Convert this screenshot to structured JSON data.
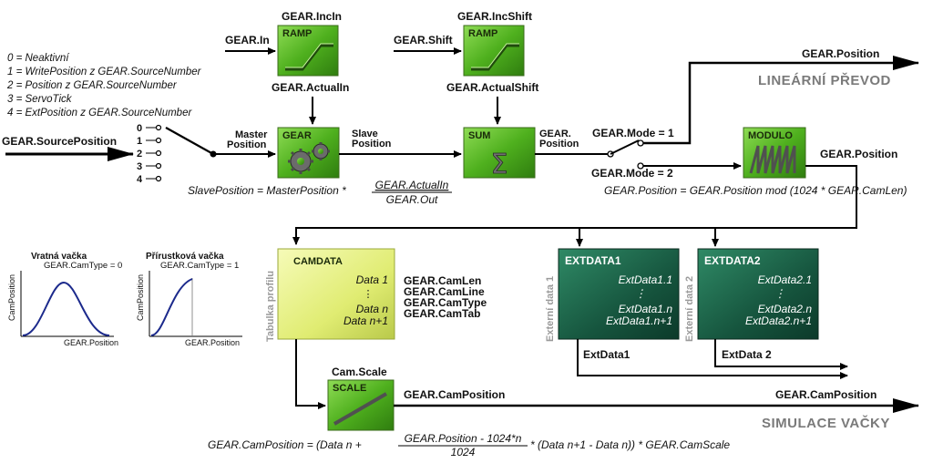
{
  "legend": {
    "modes": [
      "0 = Neaktivní",
      "1 = WritePosition z GEAR.SourceNumber",
      "2 = Position z GEAR.SourceNumber",
      "3 = ServoTick",
      "4 = ExtPosition z GEAR.SourceNumber"
    ]
  },
  "source": {
    "label": "GEAR.SourcePosition",
    "switch_positions": [
      "0",
      "1",
      "2",
      "3",
      "4"
    ]
  },
  "gear": {
    "title": "GEAR",
    "master_label_1": "Master",
    "master_label_2": "Position",
    "slave_label_1": "Slave",
    "slave_label_2": "Position",
    "actual_in": "GEAR.ActualIn",
    "formula_left": "SlavePosition = MasterPosition *",
    "formula_num": "GEAR.ActualIn",
    "formula_den": "GEAR.Out"
  },
  "ramp1": {
    "title": "RAMP",
    "top_label": "GEAR.IncIn",
    "input_label": "GEAR.In"
  },
  "ramp2": {
    "title": "RAMP",
    "top_label": "GEAR.IncShift",
    "input_label": "GEAR.Shift"
  },
  "sum": {
    "title": "SUM",
    "actual_shift": "GEAR.ActualShift",
    "out_label_1": "GEAR.",
    "out_label_2": "Position"
  },
  "mode_switch": {
    "mode1": "GEAR.Mode = 1",
    "mode2": "GEAR.Mode = 2"
  },
  "linear": {
    "output_label": "GEAR.Position",
    "caption": "LINEÁRNÍ PŘEVOD"
  },
  "modulo": {
    "title": "MODULO",
    "output_label": "GEAR.Position",
    "formula": "GEAR.Position = GEAR.Position mod (1024 * GEAR.CamLen)"
  },
  "camdata": {
    "title": "CAMDATA",
    "vertical_label": "Tabulka profilu",
    "rows": [
      "Data 1",
      "⋮",
      "Data n",
      "Data n+1"
    ],
    "params": [
      "GEAR.CamLen",
      "GEAR.CamLine",
      "GEAR.CamType",
      "GEAR.CamTab"
    ]
  },
  "extdata1": {
    "title": "EXTDATA1",
    "vertical_label": "Externí data 1",
    "rows": [
      "ExtData1.1",
      "⋮",
      "ExtData1.n",
      "ExtData1.n+1"
    ],
    "output_label": "ExtData1"
  },
  "extdata2": {
    "title": "EXTDATA2",
    "vertical_label": "Externí data 2",
    "rows": [
      "ExtData2.1",
      "⋮",
      "ExtData2.n",
      "ExtData2.n+1"
    ],
    "output_label": "ExtData 2"
  },
  "scale": {
    "title": "SCALE",
    "top_label": "Cam.Scale",
    "output_label": "GEAR.CamPosition",
    "final_label": "GEAR.CamPosition",
    "caption": "SIMULACE VAČKY",
    "formula_left": "GEAR.CamPosition = (Data n +",
    "formula_num": "GEAR.Position - 1024*n",
    "formula_den": "1024",
    "formula_right": "* (Data n+1 - Data n)) * GEAR.CamScale"
  },
  "cam_plots": {
    "plot1": {
      "title": "Vratná vačka",
      "type_label": "GEAR.CamType = 0",
      "ylabel": "CamPosition",
      "xlabel": "GEAR.Position"
    },
    "plot2": {
      "title": "Přírustková vačka",
      "type_label": "GEAR.CamType = 1",
      "ylabel": "CamPosition",
      "xlabel": "GEAR.Position"
    }
  },
  "colors": {
    "green_block": "#5fbf2a",
    "yellow_block": "#e4f07a",
    "teal_block": "#1f6f52",
    "curve": "#1c2a8c"
  }
}
